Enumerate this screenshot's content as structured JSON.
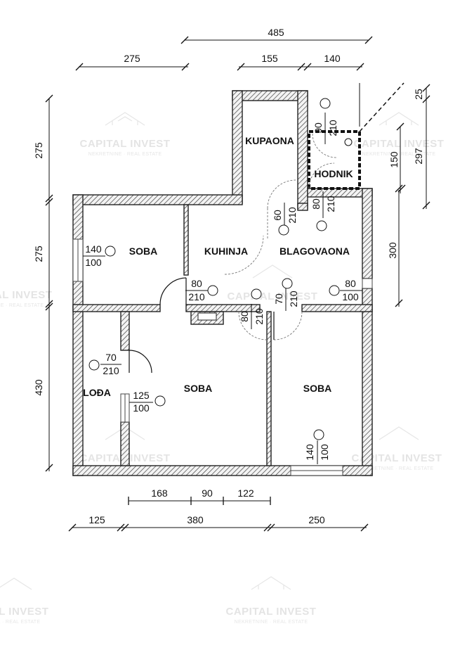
{
  "watermark": {
    "name": "CAPITAL INVEST",
    "tagline": "NEKRETNINE · REAL ESTATE"
  },
  "dimensions": {
    "top_overall": "485",
    "top_left": "275",
    "top_mid": "155",
    "top_right": "140",
    "left_top": "275",
    "left_mid": "275",
    "left_bottom": "430",
    "right_hodnik_height": "150",
    "right_offset": "25",
    "right_total": "297",
    "right_main": "300",
    "bottom_a": "168",
    "bottom_b": "90",
    "bottom_c": "122",
    "bottom_left": "125",
    "bottom_mid": "380",
    "bottom_right": "250"
  },
  "rooms": {
    "kupaona": "KUPAONA",
    "hodnik": "HODNIK",
    "soba_top_left": "SOBA",
    "kuhinja": "KUHINJA",
    "blagovaona": "BLAGOVAONA",
    "loda": "LOĐA",
    "soba_center": "SOBA",
    "soba_right": "SOBA"
  },
  "openings": {
    "kupaona_door": {
      "w": "90",
      "h": "210"
    },
    "hodnik_door": {
      "w": "80",
      "h": "210"
    },
    "kuhinja_door": {
      "w": "60",
      "h": "210"
    },
    "soba_window": {
      "w": "140",
      "h": "100"
    },
    "soba_door": {
      "w": "80",
      "h": "210"
    },
    "blag_window": {
      "w": "80",
      "h": "100"
    },
    "soba_c_door": {
      "w": "80",
      "h": "210"
    },
    "soba_r_door": {
      "w": "70",
      "h": "210"
    },
    "loda_door": {
      "w": "70",
      "h": "210"
    },
    "loda_window": {
      "w": "125",
      "h": "100"
    },
    "soba_r_window": {
      "w": "140",
      "h": "100"
    }
  }
}
